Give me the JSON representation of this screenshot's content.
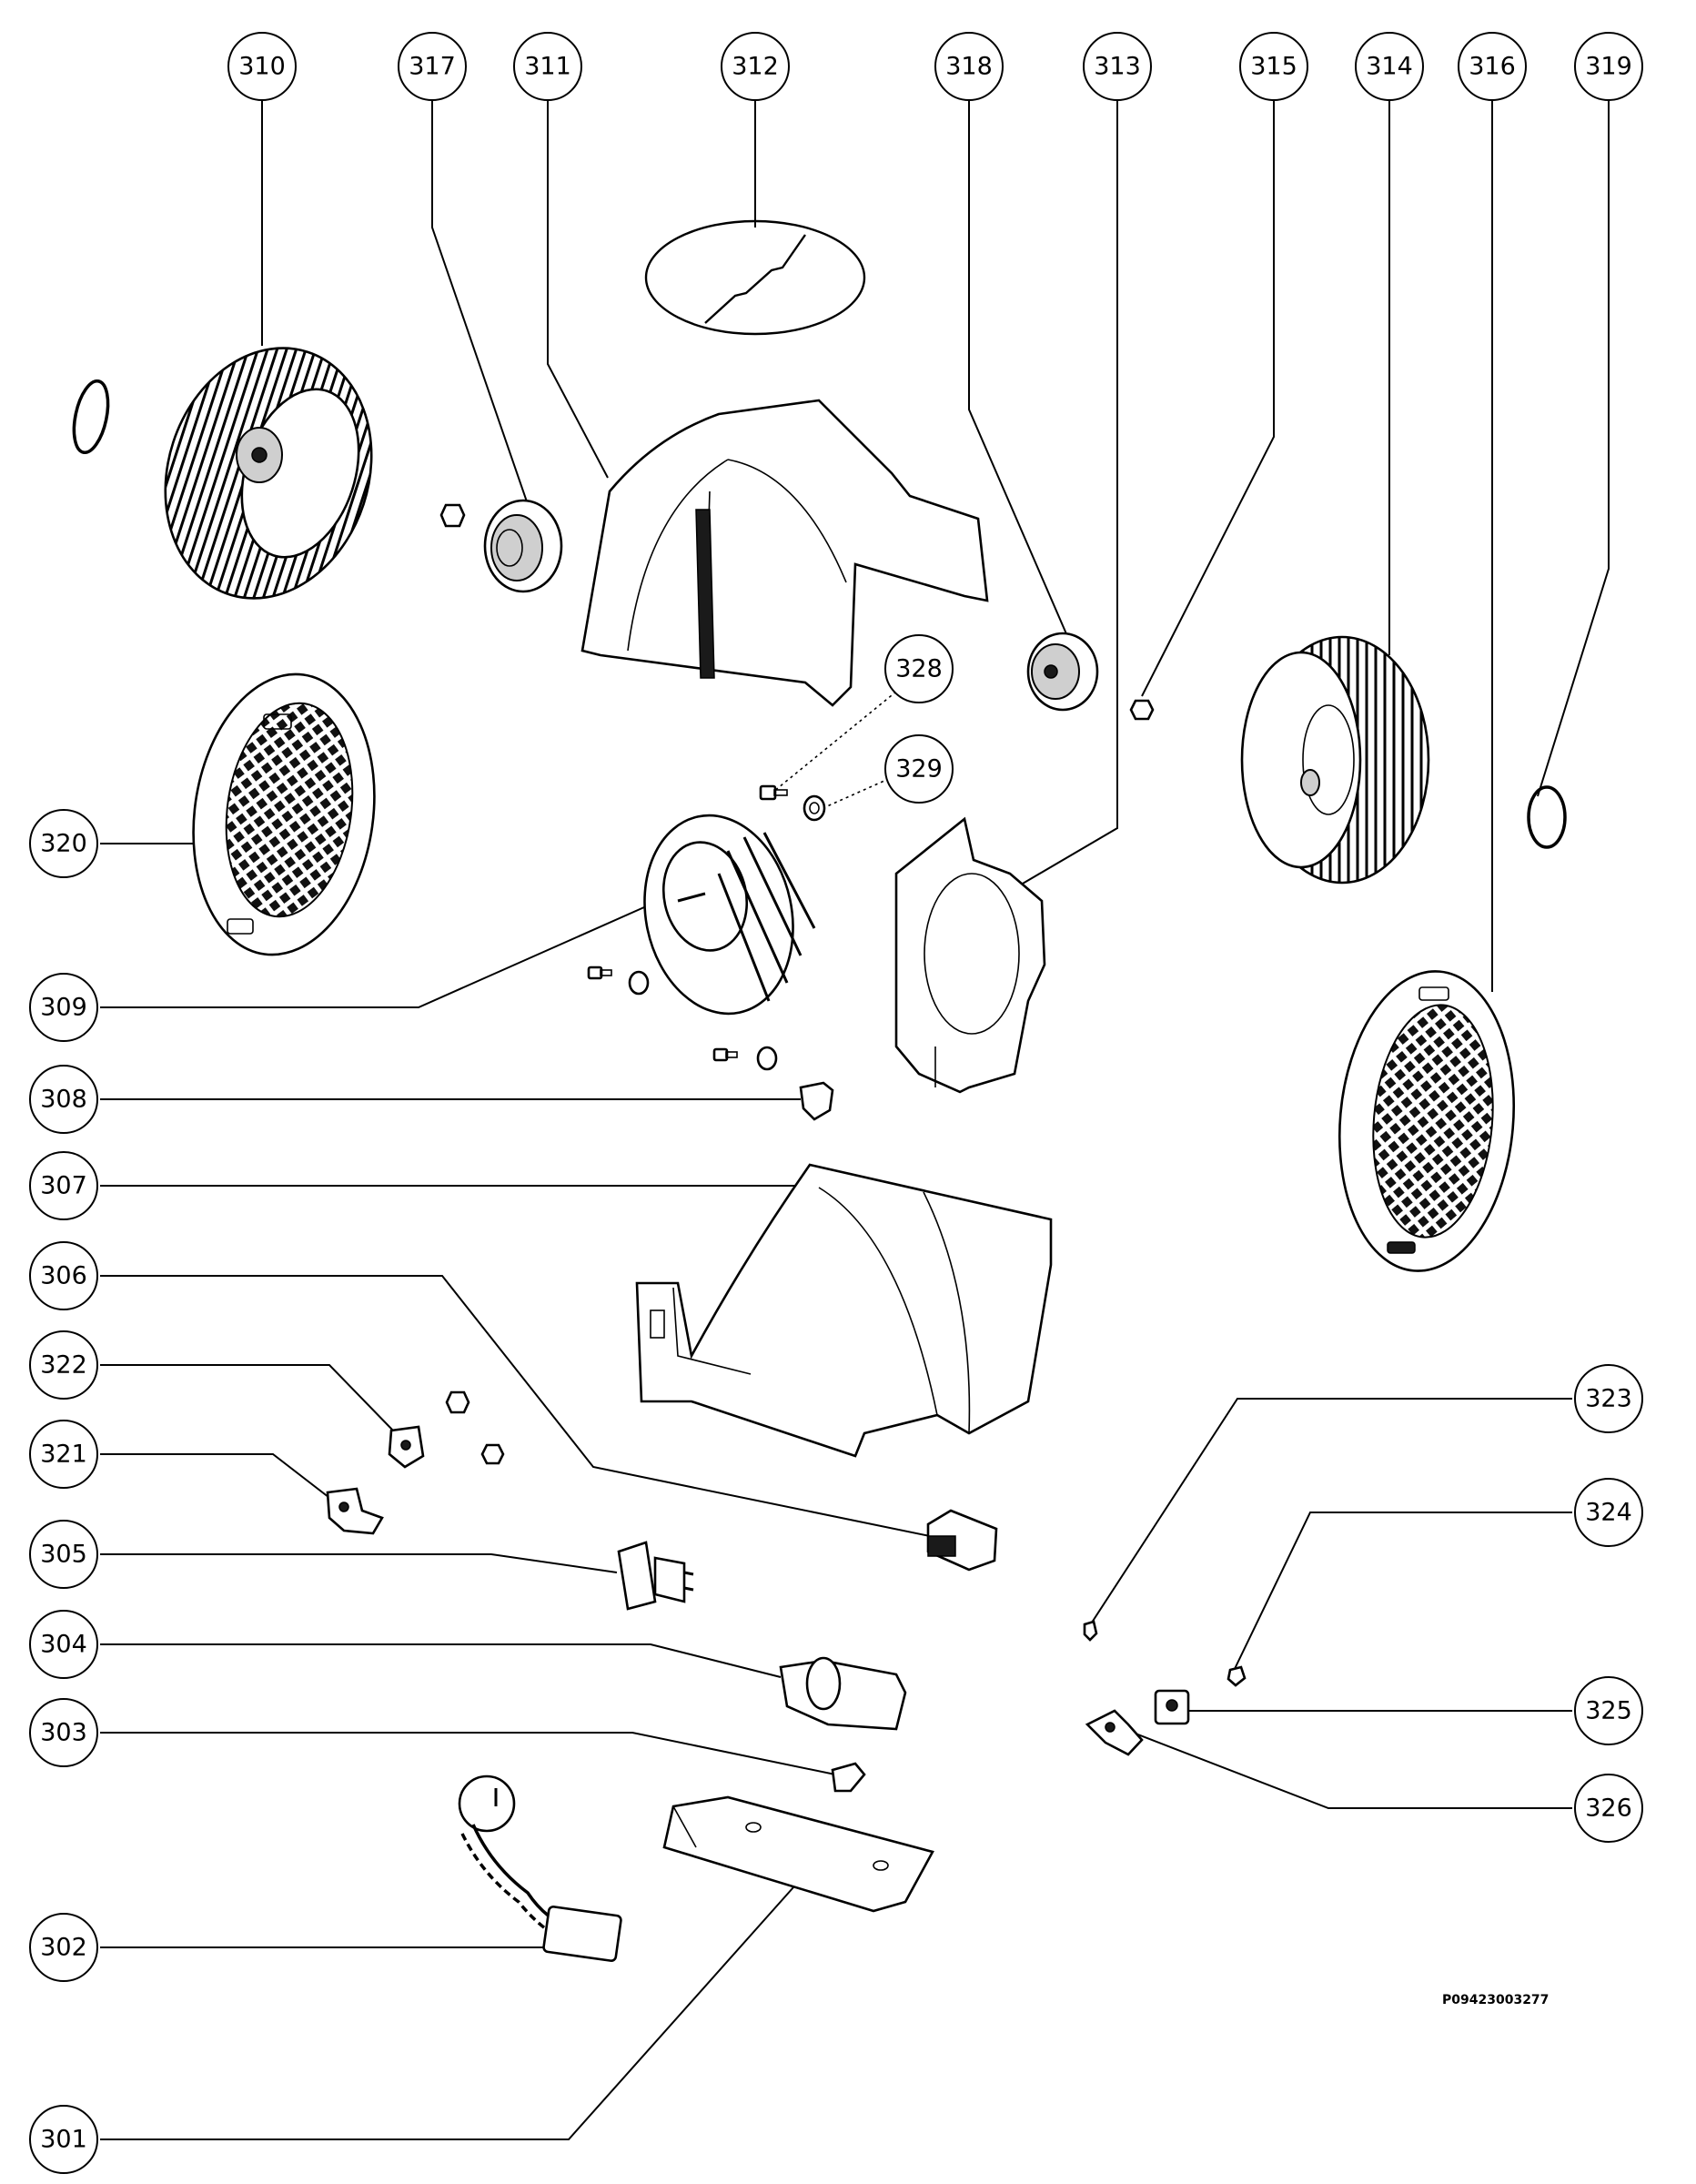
{
  "callouts": {
    "c310": "310",
    "c317": "317",
    "c311": "311",
    "c312": "312",
    "c318": "318",
    "c313": "313",
    "c315": "315",
    "c314": "314",
    "c316": "316",
    "c319": "319",
    "c328": "328",
    "c329": "329",
    "c320": "320",
    "c309": "309",
    "c308": "308",
    "c307": "307",
    "c306": "306",
    "c322": "322",
    "c321": "321",
    "c305": "305",
    "c304": "304",
    "c303": "303",
    "c302": "302",
    "c301": "301",
    "c323": "323",
    "c324": "324",
    "c325": "325",
    "c326": "326"
  },
  "reference_code": "P09423003277"
}
